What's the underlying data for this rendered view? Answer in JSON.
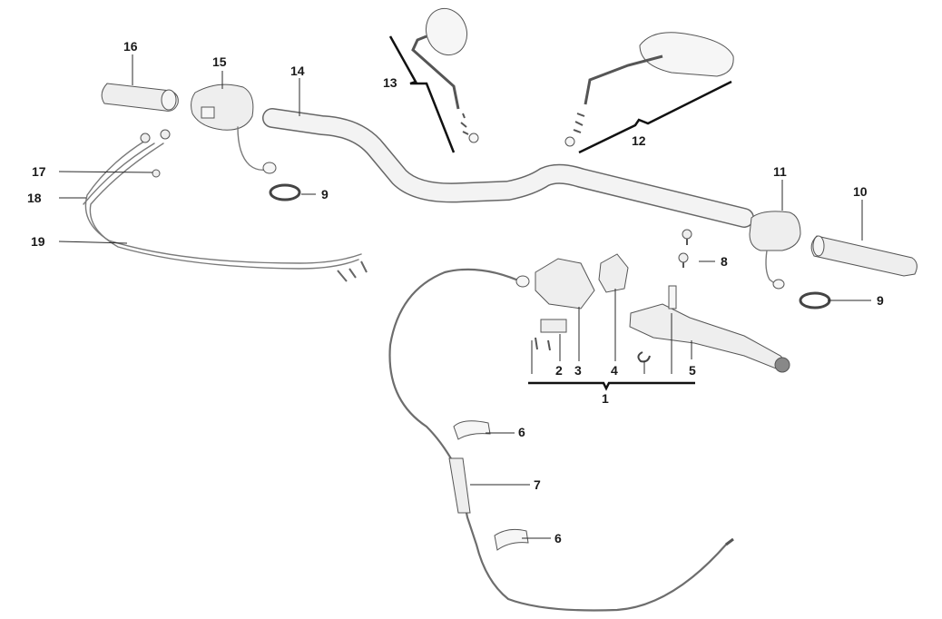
{
  "callouts": {
    "c1": "1",
    "c2": "2",
    "c3": "3",
    "c4": "4",
    "c5": "5",
    "c6a": "6",
    "c6b": "6",
    "c7": "7",
    "c8": "8",
    "c9a": "9",
    "c9b": "9",
    "c10": "10",
    "c11": "11",
    "c12": "12",
    "c13": "13",
    "c14": "14",
    "c15": "15",
    "c16": "16",
    "c17": "17",
    "c18": "18",
    "c19": "19"
  },
  "colors": {
    "line": "#2a2a2a",
    "part_fill": "#eeeeee",
    "cable": "#6d6d6d"
  }
}
